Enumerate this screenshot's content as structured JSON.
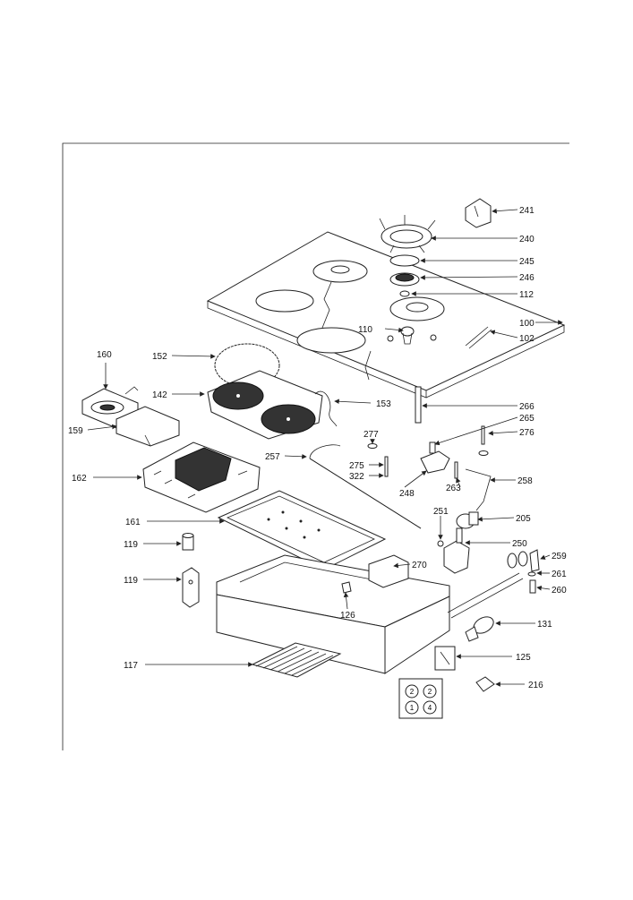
{
  "callouts": [
    {
      "id": "241",
      "text": "241"
    },
    {
      "id": "240",
      "text": "240"
    },
    {
      "id": "245",
      "text": "245"
    },
    {
      "id": "246",
      "text": "246"
    },
    {
      "id": "112",
      "text": "112"
    },
    {
      "id": "100",
      "text": "100"
    },
    {
      "id": "110",
      "text": "110"
    },
    {
      "id": "102",
      "text": "102"
    },
    {
      "id": "160",
      "text": "160"
    },
    {
      "id": "152",
      "text": "152"
    },
    {
      "id": "142",
      "text": "142"
    },
    {
      "id": "153",
      "text": "153"
    },
    {
      "id": "266",
      "text": "266"
    },
    {
      "id": "265",
      "text": "265"
    },
    {
      "id": "159",
      "text": "159"
    },
    {
      "id": "277",
      "text": "277"
    },
    {
      "id": "276",
      "text": "276"
    },
    {
      "id": "257",
      "text": "257"
    },
    {
      "id": "275",
      "text": "275"
    },
    {
      "id": "322",
      "text": "322"
    },
    {
      "id": "162",
      "text": "162"
    },
    {
      "id": "248",
      "text": "248"
    },
    {
      "id": "263",
      "text": "263"
    },
    {
      "id": "258",
      "text": "258"
    },
    {
      "id": "251",
      "text": "251"
    },
    {
      "id": "205",
      "text": "205"
    },
    {
      "id": "161",
      "text": "161"
    },
    {
      "id": "250",
      "text": "250"
    },
    {
      "id": "119a",
      "text": "119"
    },
    {
      "id": "259",
      "text": "259"
    },
    {
      "id": "270",
      "text": "270"
    },
    {
      "id": "261",
      "text": "261"
    },
    {
      "id": "119b",
      "text": "119"
    },
    {
      "id": "260",
      "text": "260"
    },
    {
      "id": "126",
      "text": "126"
    },
    {
      "id": "131",
      "text": "131"
    },
    {
      "id": "125",
      "text": "125"
    },
    {
      "id": "117",
      "text": "117"
    },
    {
      "id": "216",
      "text": "216"
    }
  ],
  "knob_legend": [
    "2",
    "2",
    "1",
    "4"
  ]
}
